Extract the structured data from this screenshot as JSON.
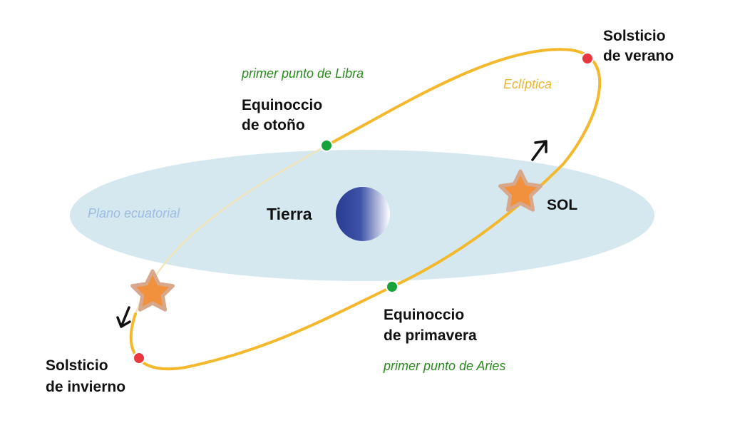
{
  "diagram": {
    "labels": {
      "solsticio_verano": [
        "Solsticio",
        "de verano"
      ],
      "primer_punto_libra": "primer punto de Libra",
      "ecliptica": "Eclíptica",
      "equinoccio_otono": [
        "Equinoccio",
        "de otoño"
      ],
      "plano_ecuatorial": "Plano ecuatorial",
      "tierra": "Tierra",
      "sol": "SOL",
      "equinoccio_primavera": [
        "Equinoccio",
        "de primavera"
      ],
      "primer_punto_aries": "primer punto de Aries",
      "solsticio_invierno": [
        "Solsticio",
        "de invierno"
      ]
    },
    "colors": {
      "ecliptic": "#f3b82c",
      "equatorial_plane": "#d5e8ef",
      "earth_dark": "#283c94",
      "earth_light": "#ffffff",
      "equinox_dot": "#18a33a",
      "solstice_dot": "#e8373f",
      "star_fill": "#f2913d",
      "star_outline": "#d8a88c",
      "arrow": "#111111"
    },
    "icons": {
      "sun": "star-icon",
      "direction": "arrow-icon"
    }
  }
}
